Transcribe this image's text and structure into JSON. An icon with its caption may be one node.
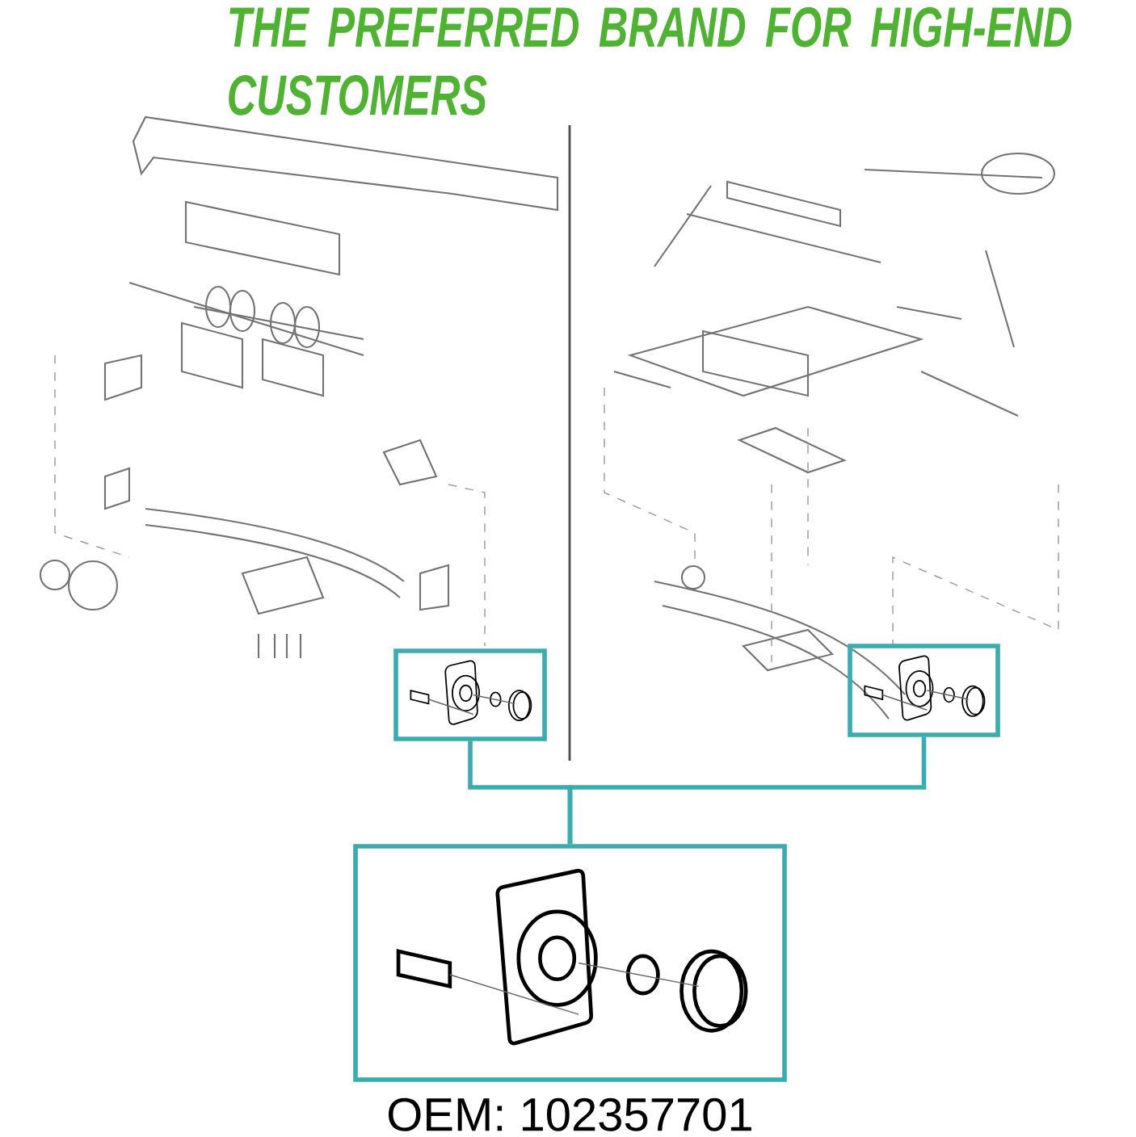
{
  "diagram": {
    "title": "THE PREFERRED BRAND FOR HIGH-END CUSTOMERS",
    "nodes": [
      {
        "text": [],
        "shape": "picture"
      },
      {
        "text": [],
        "shape": "picture"
      },
      {
        "text": [],
        "shape": "picture",
        "beside": [
          "OEM: 102357701"
        ]
      }
    ],
    "edges": [
      {
        "from": 0,
        "to": 2,
        "arrow": "none"
      },
      {
        "from": 1,
        "to": 2,
        "arrow": "none"
      }
    ]
  }
}
